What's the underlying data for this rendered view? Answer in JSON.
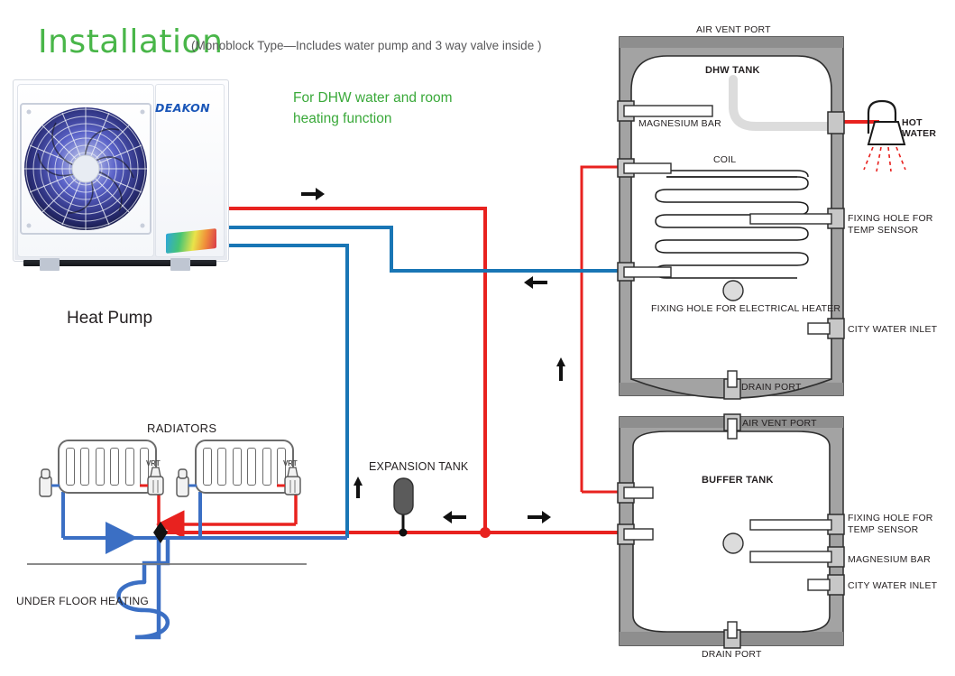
{
  "header": {
    "title": "Installation",
    "subtitle": "(Monoblock Type—Includes water pump and 3 way valve inside  )",
    "green_note": "For DHW water and room heating function"
  },
  "heat_pump": {
    "label": "Heat Pump",
    "brand": "DEAKON"
  },
  "emitters": {
    "radiators_label": "RADIATORS",
    "underfloor_label": "UNDER FLOOR HEATING",
    "valve_label_1": "VRT",
    "valve_label_2": "VRT"
  },
  "expansion": {
    "label": "EXPANSION TANK"
  },
  "hot_water": {
    "label": "HOT WATER"
  },
  "dhw_tank": {
    "title": "DHW TANK",
    "air_vent_port": "AIR VENT PORT",
    "magnesium_bar": "MAGNESIUM BAR",
    "coil": "COIL",
    "temp_sensor": "FIXING HOLE FOR\nTEMP SENSOR",
    "electrical_heater": "FIXING HOLE FOR ELECTRICAL HEATER",
    "city_water_inlet": "CITY WATER INLET",
    "drain_port": "DRAIN PORT"
  },
  "buffer_tank": {
    "title": "BUFFER TANK",
    "air_vent_port": "AIR VENT PORT",
    "temp_sensor": "FIXING HOLE FOR\nTEMP SENSOR",
    "magnesium_bar": "MAGNESIUM BAR",
    "city_water_inlet": "CITY WATER INLET",
    "drain_port": "DRAIN PORT"
  },
  "colors": {
    "hot_pipe": "#e8221f",
    "cold_pipe": "#1976b5",
    "emitter_flow": "#3b6fc4",
    "title_green": "#49b649",
    "tank_body": "#a3a3a3",
    "tank_band": "#8e8e8e"
  },
  "flow_arrows": [
    {
      "name": "hp-supply-right",
      "direction": "right"
    },
    {
      "name": "dhw-return-left",
      "direction": "left"
    },
    {
      "name": "buffer-riser-up",
      "direction": "up"
    },
    {
      "name": "expansion-branch-up",
      "direction": "up"
    },
    {
      "name": "buffer-supply-left",
      "direction": "left"
    },
    {
      "name": "buffer-supply-right",
      "direction": "right"
    },
    {
      "name": "radiator-return-left",
      "direction": "left"
    },
    {
      "name": "underfloor-feed-right",
      "direction": "right"
    }
  ]
}
